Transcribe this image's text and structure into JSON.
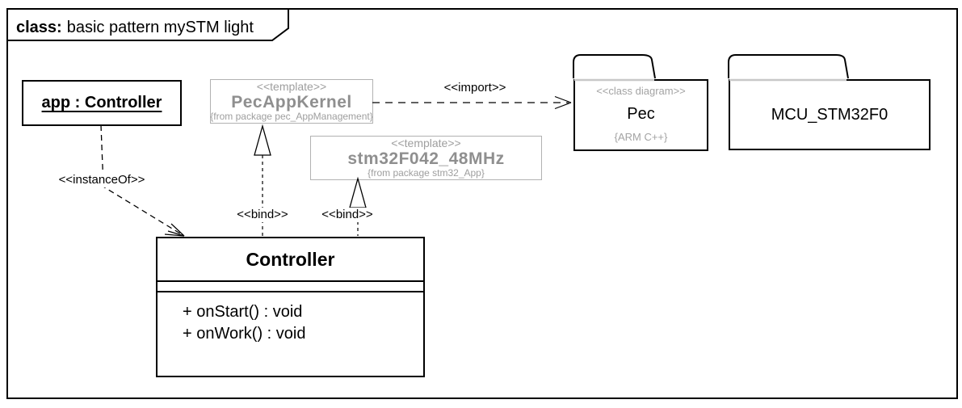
{
  "frame": {
    "title_keyword": "class:",
    "title_name": "basic pattern mySTM light"
  },
  "nodes": {
    "app_instance": {
      "label": "app : Controller"
    },
    "pec_app_kernel": {
      "stereotype": "<<template>>",
      "name": "PecAppKernel",
      "from_package": "{from package pec_AppManagement}"
    },
    "stm32_template": {
      "stereotype": "<<template>>",
      "name": "stm32F042_48MHz",
      "from_package": "{from package stm32_App}"
    },
    "controller_class": {
      "name": "Controller",
      "operations": [
        "+ onStart() : void",
        "+ onWork() : void"
      ]
    },
    "pec_package": {
      "stereotype": "<<class diagram>>",
      "name": "Pec",
      "tagged_value": "{ARM C++}"
    },
    "mcu_package": {
      "name": "MCU_STM32F0"
    }
  },
  "edges": {
    "instance_of": {
      "label": "<<instanceOf>>"
    },
    "bind_left": {
      "label": "<<bind>>"
    },
    "bind_right": {
      "label": "<<bind>>"
    },
    "import": {
      "label": "<<import>>"
    }
  },
  "colors": {
    "line_black": "#000000",
    "template_border": "#b2b2b2",
    "template_name_gray": "#8f8f8f",
    "template_text_gray": "#9e9e9e",
    "package_stereo_gray": "#a3a3a3",
    "tab_underline_gray": "#c8c8c8",
    "background": "#ffffff"
  }
}
